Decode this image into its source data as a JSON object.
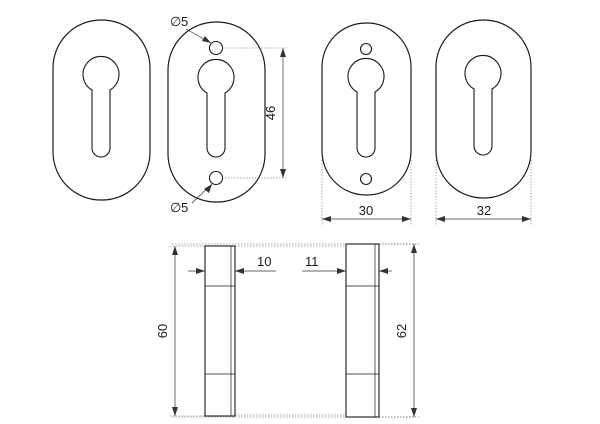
{
  "dimensions": {
    "hole_diameter_top": "5",
    "hole_diameter_bottom": "5",
    "hole_spacing": "46",
    "width_drilled": "30",
    "width_plain": "32",
    "thickness_left": "10",
    "thickness_right": "11",
    "height_left": "60",
    "height_right": "62"
  },
  "diameter_symbol": "∅"
}
